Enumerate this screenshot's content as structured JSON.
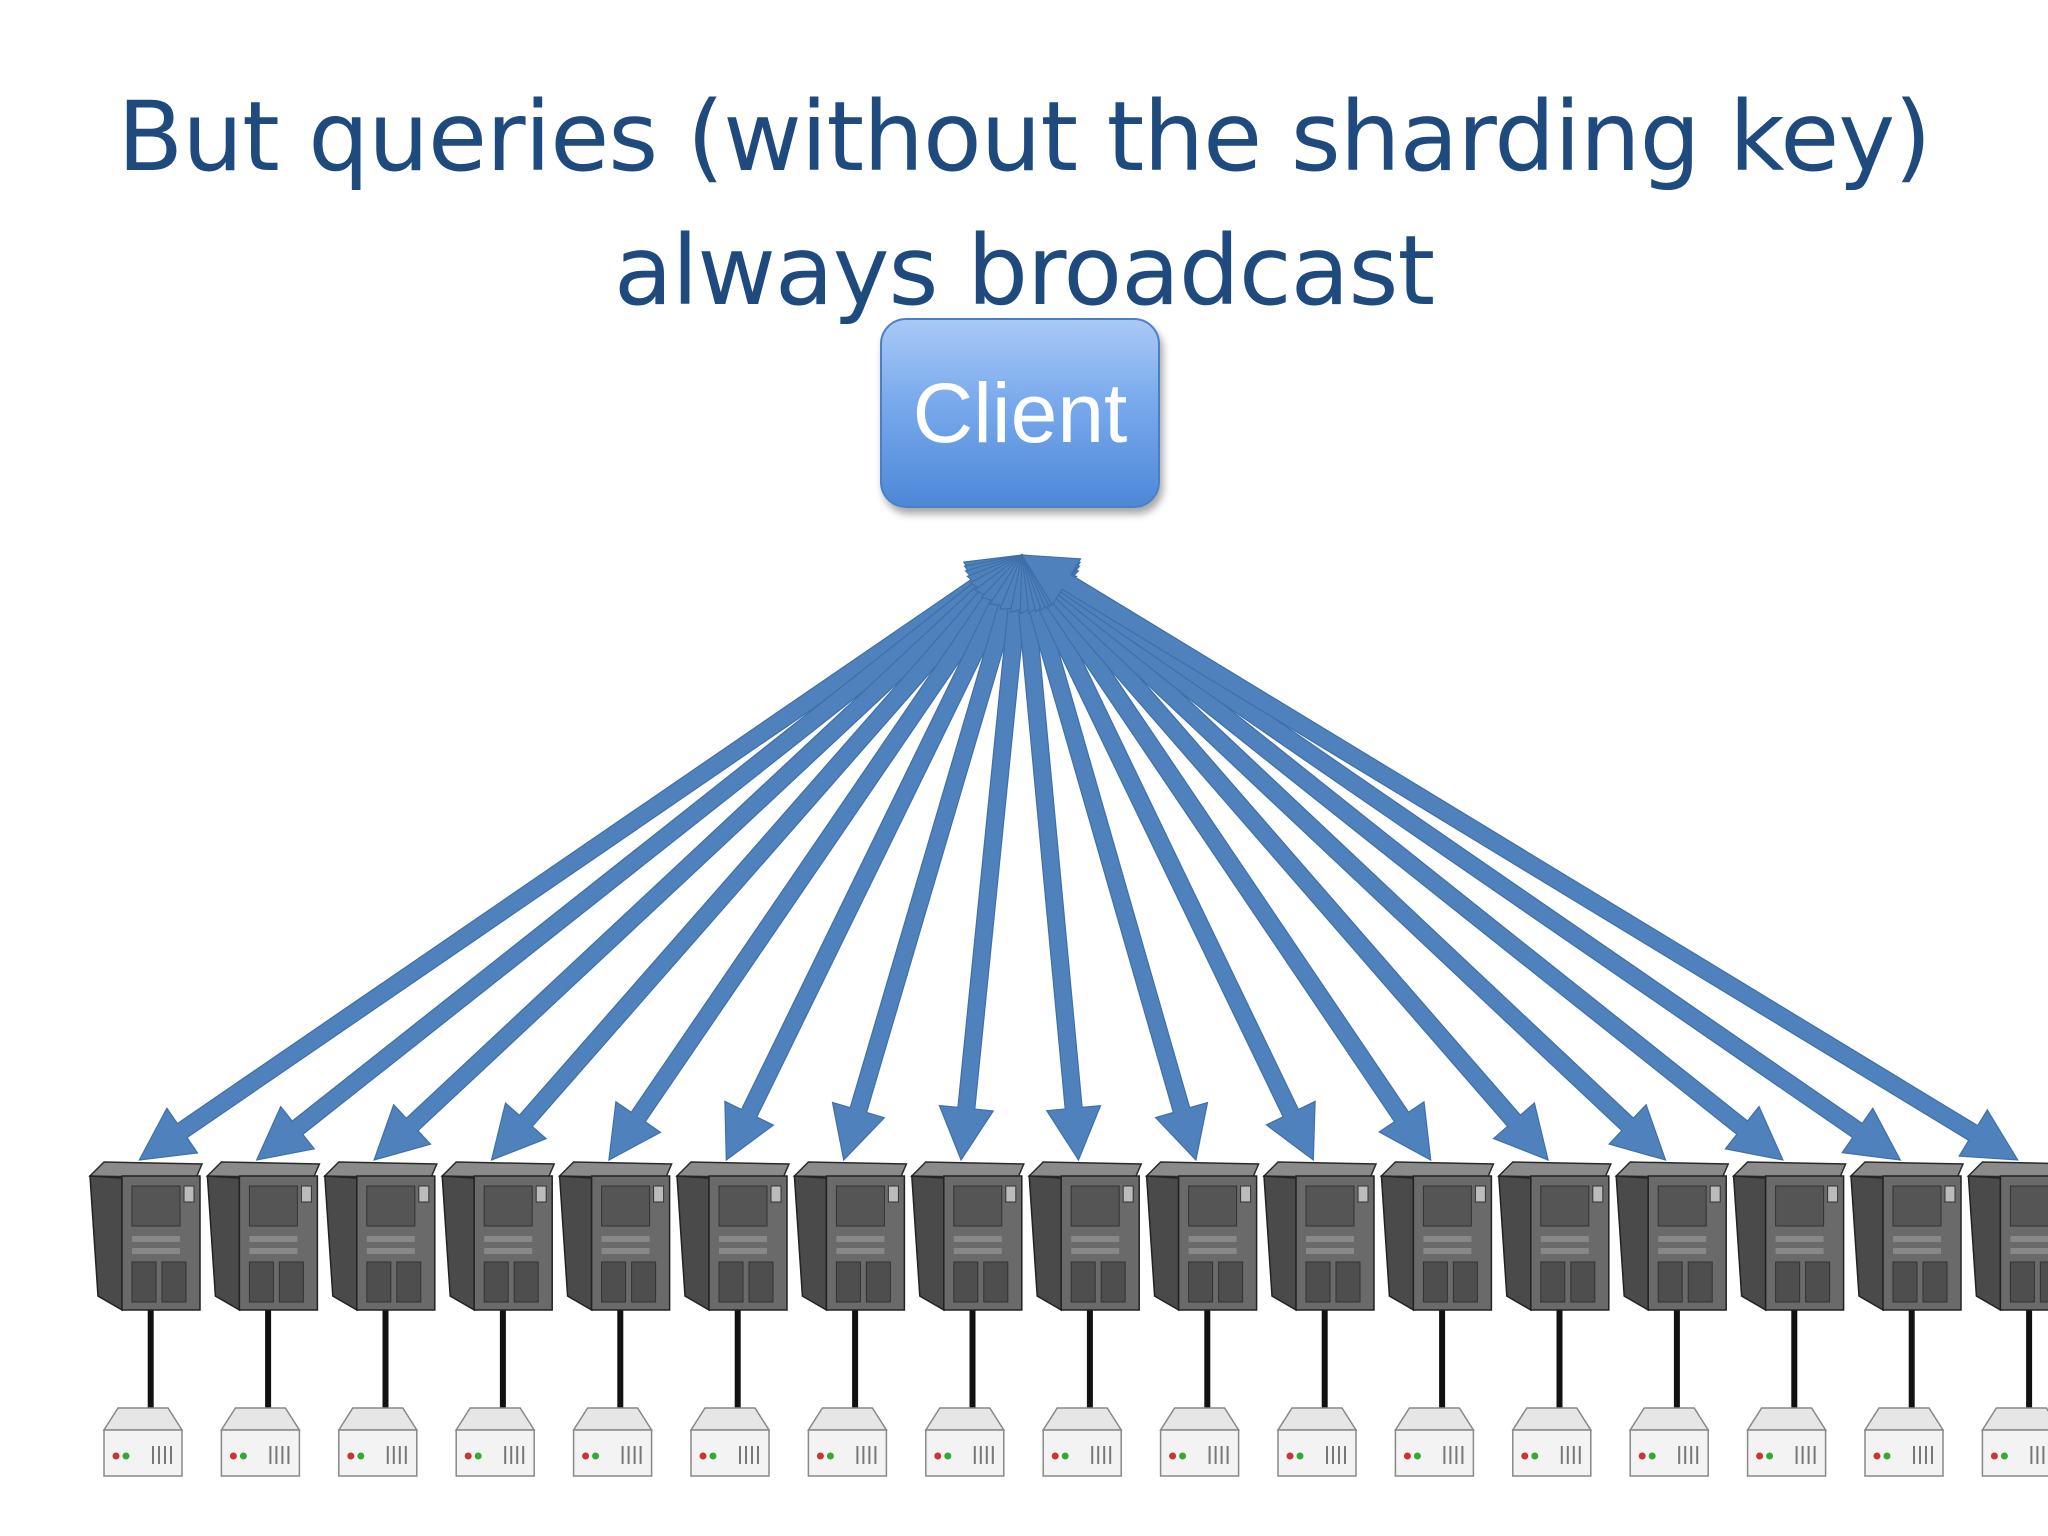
{
  "slide": {
    "title_line1": "But queries (without the sharding key)",
    "title_line2": "always broadcast",
    "client_label": "Client"
  },
  "diagram": {
    "node_count": 17,
    "colors": {
      "title": "#1f4a7e",
      "arrow": "#4f81bd",
      "server_body": "#4a4a4a",
      "server_front": "#6a6a6a",
      "disk": "#f3f3f3",
      "client": "#6e9fe4"
    },
    "icons": [
      "server-tower-icon",
      "disk-drive-icon"
    ]
  }
}
